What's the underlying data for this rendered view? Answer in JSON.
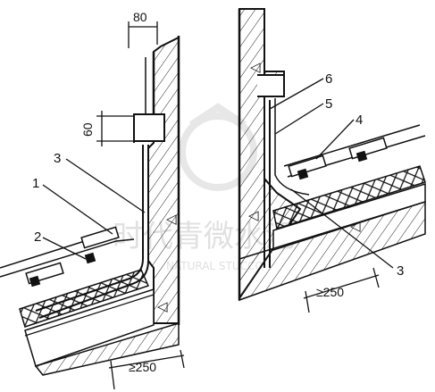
{
  "left_detail": {
    "dims": {
      "top_width": "80",
      "step_height": "60",
      "min_extension": "≥250"
    },
    "callouts": [
      "3",
      "1",
      "2"
    ]
  },
  "right_detail": {
    "dims": {
      "min_extension": "≥250"
    },
    "callouts": [
      "6",
      "5",
      "4",
      "3"
    ]
  },
  "watermark": {
    "text_cn": "时代青微水泥",
    "text_en": "NATURAL STUCCO"
  }
}
